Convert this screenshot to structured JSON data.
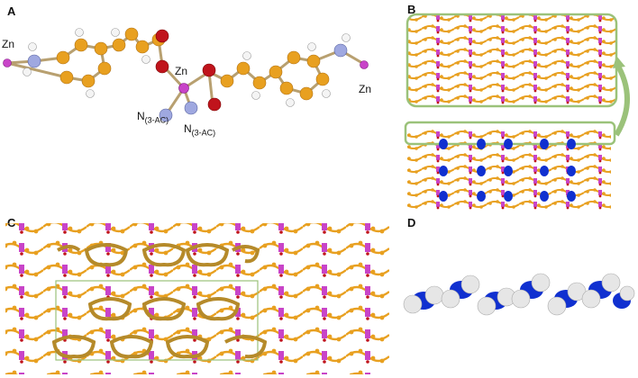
{
  "panels": {
    "a": {
      "label": "A",
      "zn_left": "Zn",
      "zn_center": "Zn",
      "zn_right": "Zn",
      "n1_main": "N",
      "n1_sub": "(3-AC)",
      "n2_main": "N",
      "n2_sub": "(3-AC)"
    },
    "b": {
      "label": "B"
    },
    "c": {
      "label": "C"
    },
    "d": {
      "label": "D"
    }
  },
  "colors": {
    "carbon": "#e8a020",
    "oxygen": "#c0141c",
    "nitrogen": "#9fa8e0",
    "hydrogen": "#f2f2f2",
    "zinc": "#c844c8",
    "guest_blue": "#1030d0",
    "frame_green": "#9bc27a"
  }
}
